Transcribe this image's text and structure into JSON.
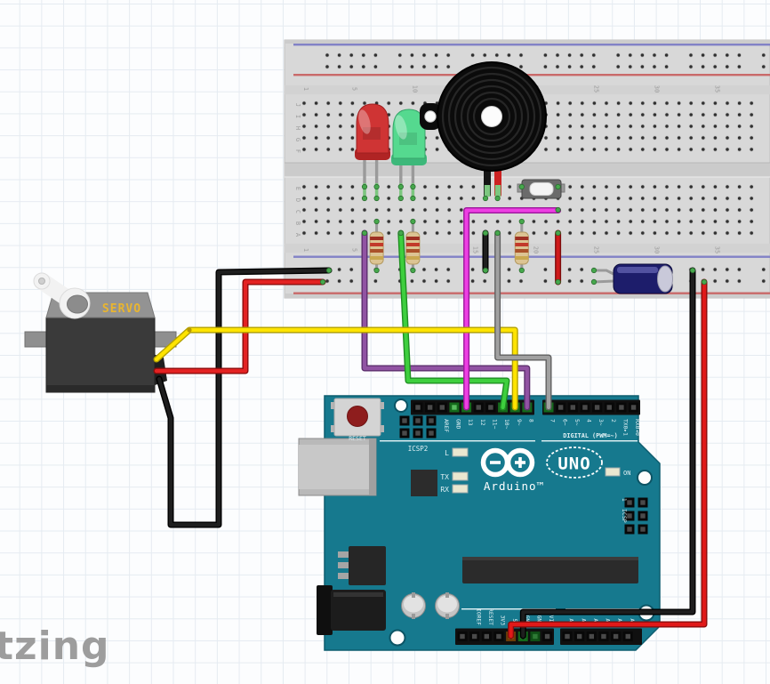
{
  "watermark": "tzing",
  "colors": {
    "breadboard_body": "#d8d8d8",
    "rail_blue": "#8282c6",
    "rail_red": "#c96a6a",
    "hole": "#303030",
    "connected_hole": "#46a84c",
    "arduino_board": "#16798e",
    "silkscreen": "#dff0f4",
    "label_gray": "#9b9b9b"
  },
  "breadboard": {
    "row_labels_top": [
      "J",
      "I",
      "H",
      "G",
      "F"
    ],
    "row_labels_bottom": [
      "E",
      "D",
      "C",
      "B",
      "A"
    ],
    "col_numbers": [
      "1",
      "5",
      "10",
      "15",
      "20",
      "25",
      "30",
      "35"
    ]
  },
  "servo": {
    "label": "SERVO",
    "label_color": "#e9b52f"
  },
  "arduino": {
    "reset_label": "RESET",
    "icsp2_label": "ICSP2",
    "icsp_label": "ICSP",
    "icsp_pin1_label": "1",
    "digital_label": "DIGITAL (PWM=~)",
    "logo_uno": "UNO",
    "logo_brand": "Arduino™",
    "led_l_label": "L",
    "led_tx_label": "TX",
    "led_rx_label": "RX",
    "led_on_label": "ON",
    "top_pins_left": [
      "AREF",
      "GND",
      "13",
      "12",
      "11~",
      "10~",
      "9~",
      "8"
    ],
    "top_pins_right": [
      "7",
      "6~",
      "5~",
      "4",
      "3~",
      "2",
      "TX0▸1",
      "RX0◂0"
    ],
    "power_pins": [
      "IOREF",
      "RESET",
      "3V3",
      "5V",
      "GND",
      "GND",
      "VIN"
    ],
    "analog_pins": [
      "A0",
      "A1",
      "A2",
      "A3",
      "A4",
      "A5"
    ]
  },
  "components": {
    "led_red": {
      "color": "#cf3434"
    },
    "led_green": {
      "color": "#55d98f"
    },
    "buzzer": {
      "body_color": "#0b0b0b"
    },
    "pushbutton": {
      "body_color": "#6b6b6b",
      "cap_color": "#f4f4f4"
    },
    "capacitor": {
      "body_color": "#1d1d6b"
    },
    "resistors": {
      "body_color": "#dcc493",
      "bands": [
        "#9e3023",
        "#c23a2a",
        "#aa5229",
        "#c9a850"
      ],
      "count": 3
    }
  },
  "wires": [
    {
      "name": "servo-black",
      "color": "#1e1e1e",
      "outline": "#000000",
      "from": "servo",
      "to": "breadboard - rail left"
    },
    {
      "name": "servo-red",
      "color": "#e32222",
      "outline": "#8e0c0c",
      "from": "servo",
      "to": "breadboard + rail left"
    },
    {
      "name": "purple",
      "color": "#9153a3",
      "outline": "#5d2f6e",
      "from": "red LED column",
      "to": "Arduino pin 8"
    },
    {
      "name": "green",
      "color": "#3ecf3e",
      "outline": "#1f8f22",
      "from": "green LED column",
      "to": "Arduino pin 10~"
    },
    {
      "name": "magenta",
      "color": "#ee3fe3",
      "outline": "#9a169a",
      "from": "pushbutton column",
      "to": "Arduino pin 13"
    },
    {
      "name": "yellow",
      "color": "#ffe400",
      "outline": "#b3a100",
      "from": "servo signal",
      "to": "Arduino pin 9~"
    },
    {
      "name": "gray",
      "color": "#a0a0a0",
      "outline": "#606060",
      "from": "buzzer column",
      "to": "Arduino pin 7"
    },
    {
      "name": "jumper-black",
      "color": "#1e1e1e",
      "outline": "#000000",
      "from": "buzzer - column",
      "to": "- rail"
    },
    {
      "name": "jumper-red",
      "color": "#cf1a1a",
      "outline": "#7d0d0d",
      "from": "pushbutton column",
      "to": "+ rail"
    },
    {
      "name": "uno-black",
      "color": "#1e1e1e",
      "outline": "#000000",
      "from": "Arduino GND",
      "to": "- rail right"
    },
    {
      "name": "uno-red",
      "color": "#e01919",
      "outline": "#8a0c0c",
      "from": "Arduino 5V",
      "to": "+ rail right"
    }
  ]
}
